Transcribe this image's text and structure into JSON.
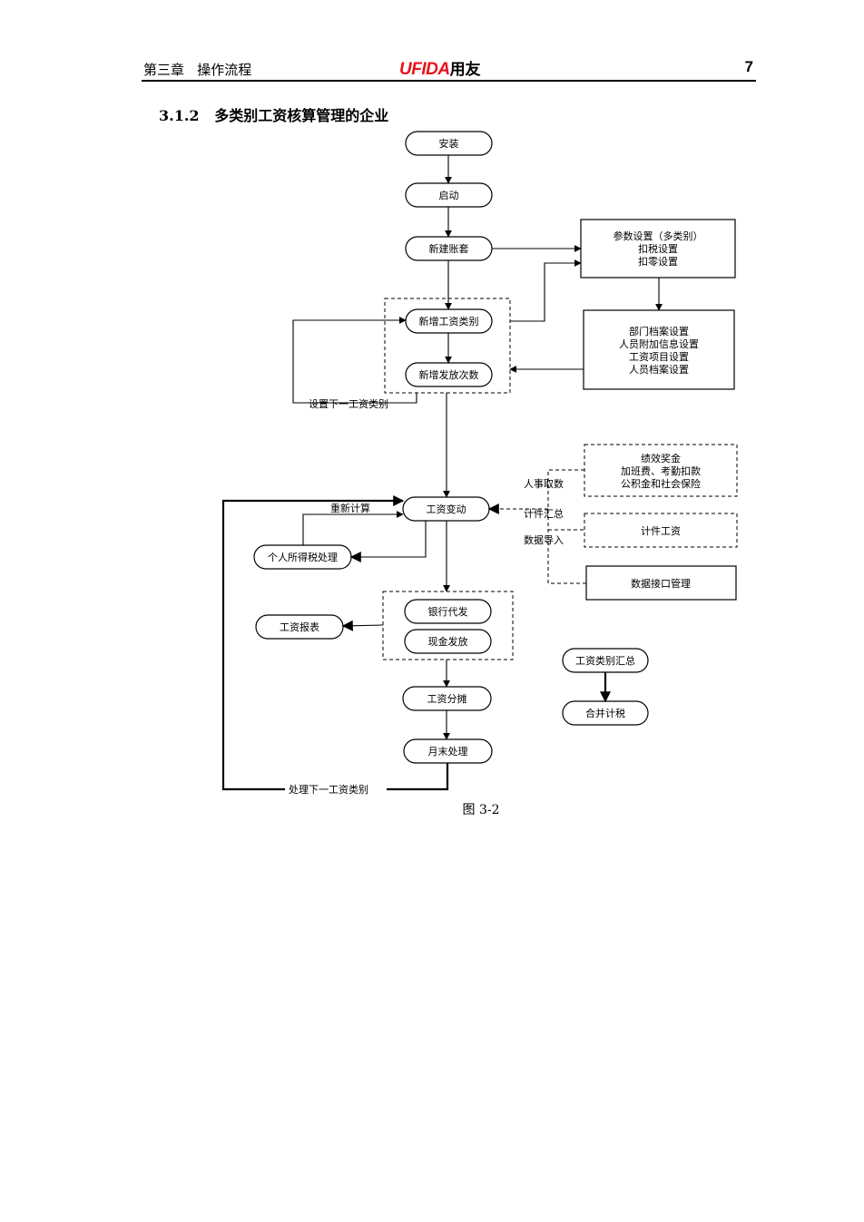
{
  "header": {
    "chapter": "第三章   操作流程",
    "logo_brand": "UFIDA",
    "logo_cn": "用友",
    "page_number": "7",
    "brand_color": "#e8141a"
  },
  "section_title": "3.1.2   多类别工资核算管理的企业",
  "caption": "图 3-2",
  "nodes": {
    "install": "安装",
    "start": "启动",
    "new_account": "新建账套",
    "new_wage_category": "新增工资类别",
    "new_payment_count": "新增发放次数",
    "wage_change": "工资变动",
    "income_tax": "个人所得税处理",
    "bank_payment": "银行代发",
    "cash_payment": "现金发放",
    "wage_report": "工资报表",
    "wage_allocation": "工资分摊",
    "month_end": "月末处理",
    "category_summary": "工资类别汇总",
    "merge_tax": "合并计税"
  },
  "boxes": {
    "params": [
      "参数设置（多类别）",
      "扣税设置",
      "扣零设置"
    ],
    "archives": [
      "部门档案设置",
      "人员附加信息设置",
      "工资项目设置",
      "人员档案设置"
    ],
    "hr": [
      "绩效奖金",
      "加班费、考勤扣款",
      "公积金和社会保险"
    ],
    "piece_wage": "计件工资",
    "data_interface": "数据接口管理"
  },
  "labels": {
    "next_category_setup": "设置下一工资类别",
    "recalculate": "重新计算",
    "hr_fetch": "人事取数",
    "piece_summary": "计件汇总",
    "data_import": "数据导入",
    "process_next_category": "处理下一工资类别"
  }
}
